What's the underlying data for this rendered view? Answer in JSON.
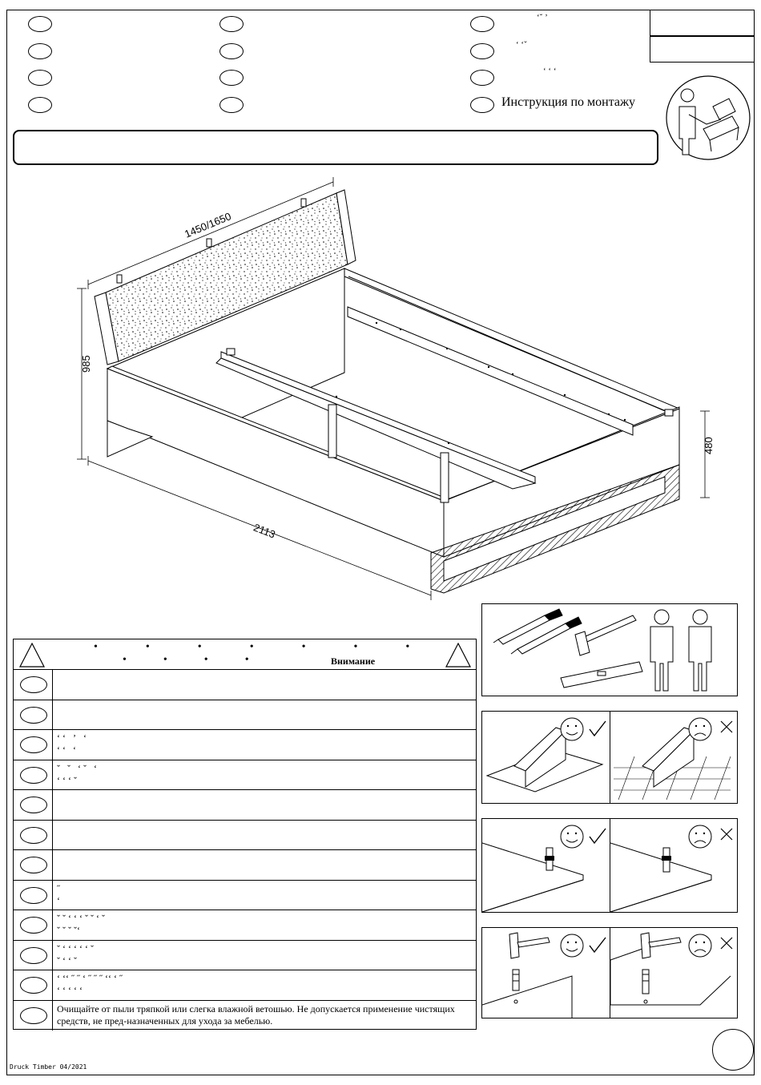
{
  "header": {
    "lang_col3_last": "Инструкция по монтажу",
    "lang_col3_fragments": [
      "ʻˇ   ʼ",
      "ʻ                ʻˇ",
      "ʻ   ʻ         ʻ"
    ]
  },
  "dimensions": {
    "headboard_width": "1450/1650",
    "total_height": "985",
    "total_length": "2113",
    "frame_height": "480"
  },
  "warning": {
    "title": "Внимание",
    "rows": [
      "",
      "",
      "ʻ ʻ   ʼ   ʻ\nʻ ʻ   ʻ",
      "ˇ   ˇ   ʻ ˇ   ʻ\nʻ ʻ ʻ ˇ",
      "",
      "",
      "",
      "˝\nʻ",
      "ˇ ˇ ʻ ʻ ʻ ˇ ˇ ʻ ˇ\nˇ ˇ ˇ ˇʻ",
      "ˇ ʻ ʻ ʻ ʻ ʻ ˇ\nˇ ʻ ʻ ˇ",
      "ʻ ʻʻ ˝ ˝ ʻ ˝ ˝ ˝ ʻʻ ʻ ˝\nʻ ʻ ʻ ʻ ʻ",
      "Очищайте от пыли тряпкой или слегка влажной ветошью. Не допускается применение чистящих средств, не пред-назначенных для ухода за мебелью."
    ]
  },
  "footer": {
    "print_mark": "Druck Timber 04/2021"
  }
}
